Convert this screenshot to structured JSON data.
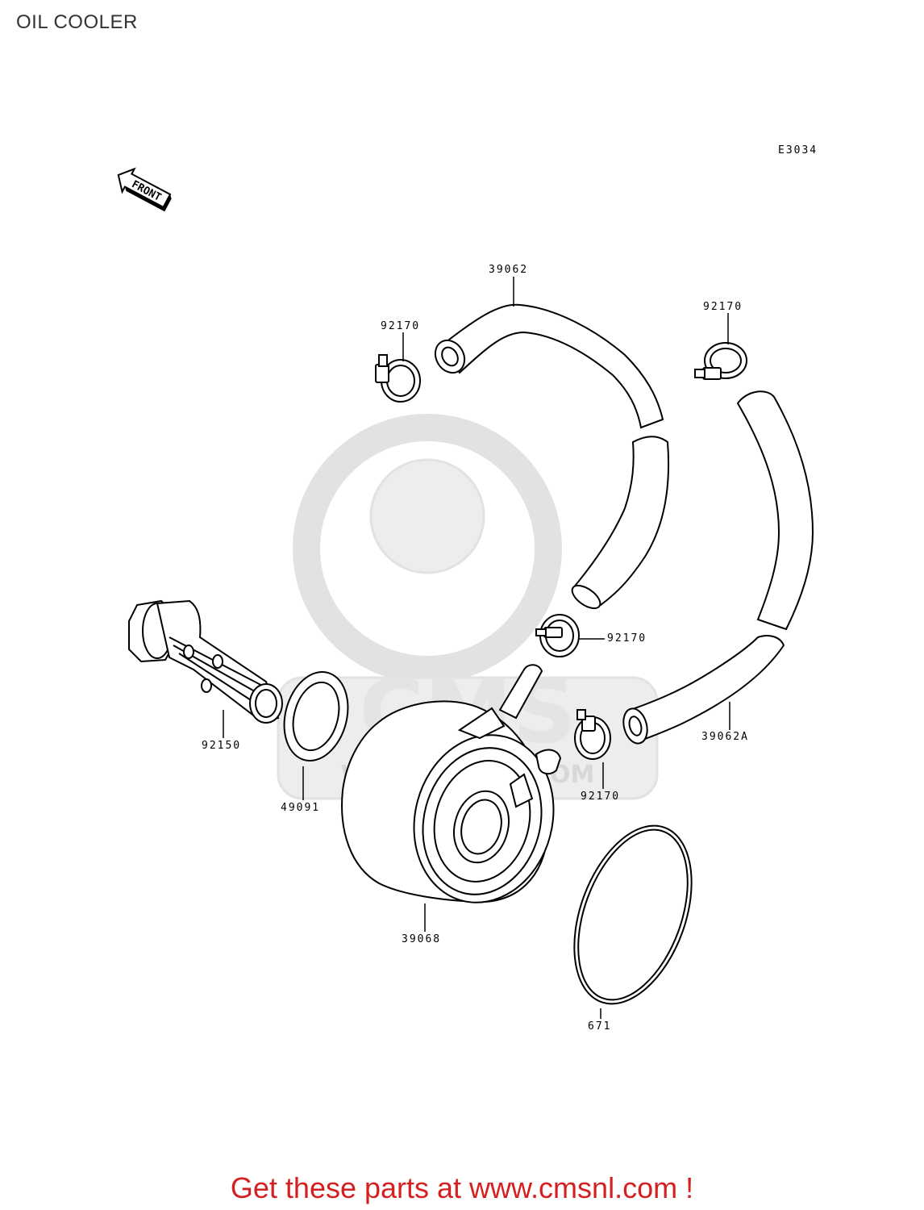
{
  "page": {
    "title": "OIL COOLER"
  },
  "diagram": {
    "ref_code": "E3034",
    "front_arrow_text": "FRONT",
    "watermark": {
      "brand": "CMS",
      "site": "WWW.CMSNL.COM"
    },
    "parts": [
      {
        "id": "hose-upper",
        "number": "39062"
      },
      {
        "id": "clamp-upper-left",
        "number": "92170"
      },
      {
        "id": "clamp-upper-right",
        "number": "92170"
      },
      {
        "id": "clamp-middle",
        "number": "92170"
      },
      {
        "id": "hose-lower-right",
        "number": "39062A"
      },
      {
        "id": "clamp-lower",
        "number": "92170"
      },
      {
        "id": "banjo-bolt",
        "number": "92150"
      },
      {
        "id": "gasket",
        "number": "49091"
      },
      {
        "id": "oil-cooler",
        "number": "39068"
      },
      {
        "id": "o-ring",
        "number": "671"
      }
    ]
  },
  "footer": {
    "cta": "Get these parts at www.cmsnl.com !",
    "cta_color": "#d42020"
  }
}
